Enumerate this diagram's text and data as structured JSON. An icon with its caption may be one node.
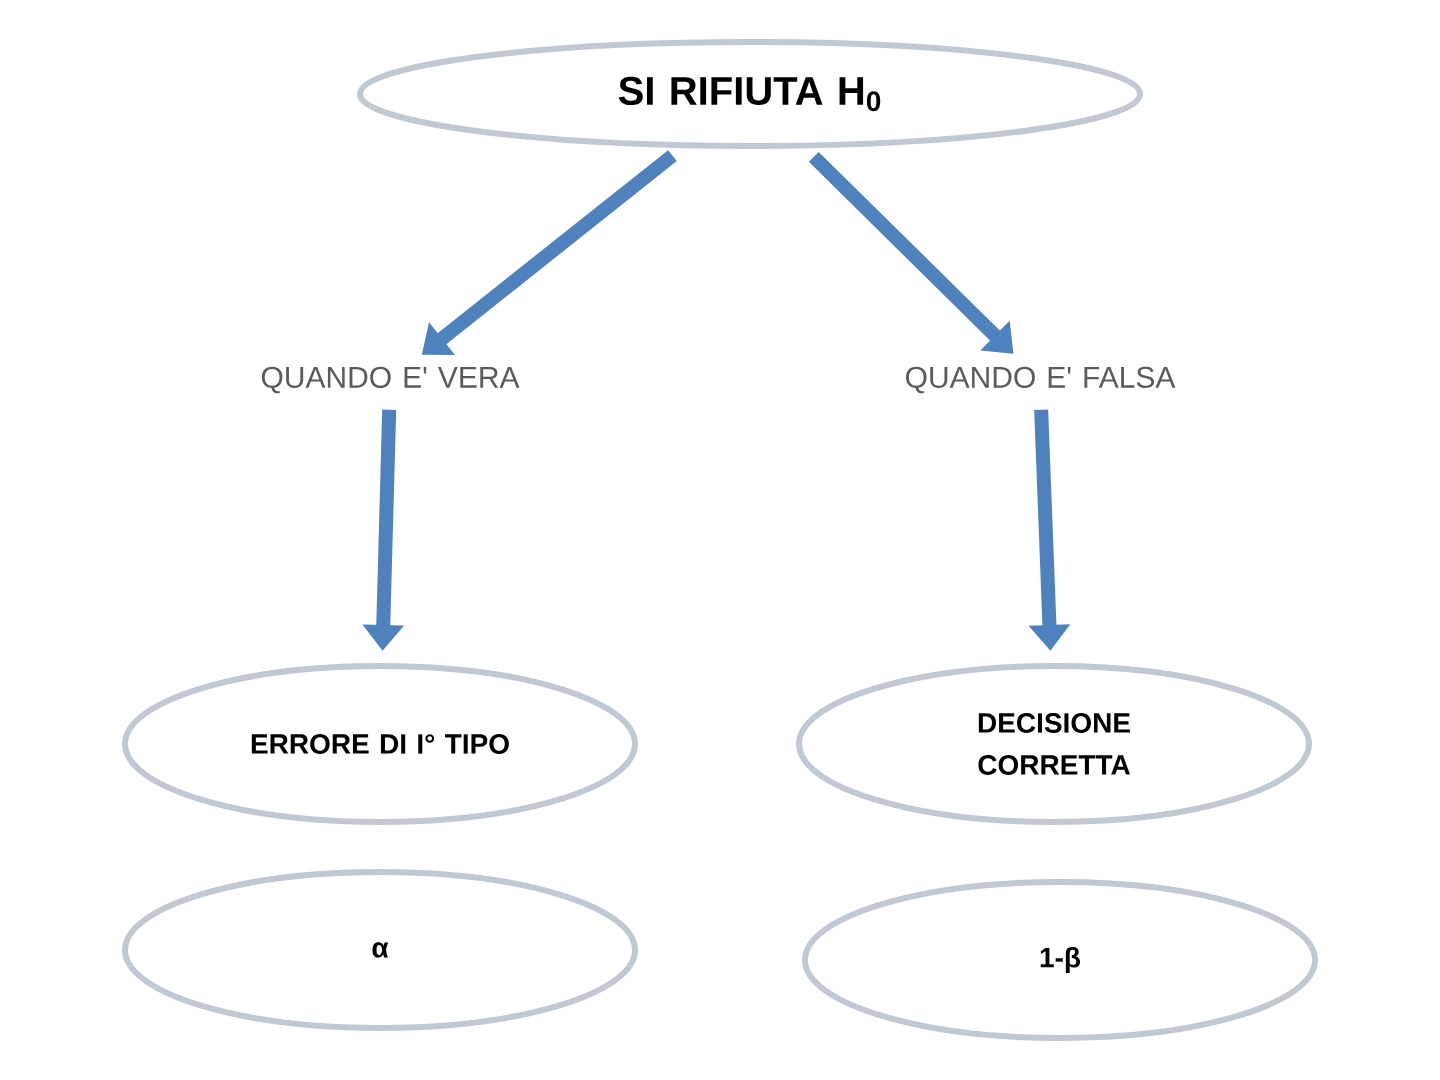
{
  "diagram": {
    "nodes": [
      {
        "text": [
          "SI RIFIUTA H$_{0}$"
        ]
      },
      {
        "text": [
          "QUANDO E' VERA"
        ]
      },
      {
        "text": [
          "QUANDO E' FALSA"
        ]
      },
      {
        "text": [
          "ERRORE DI I° TIPO"
        ]
      },
      {
        "text": [
          "DECISIONE CORRETTA"
        ]
      },
      {
        "text": [
          "α"
        ]
      },
      {
        "text": [
          "1-β"
        ]
      }
    ],
    "edges": [
      {
        "from": 0,
        "to": 1,
        "arrow": "to"
      },
      {
        "from": 0,
        "to": 2,
        "arrow": "to"
      },
      {
        "from": 1,
        "to": 3,
        "arrow": "to"
      },
      {
        "from": 2,
        "to": 4,
        "arrow": "to"
      }
    ]
  }
}
